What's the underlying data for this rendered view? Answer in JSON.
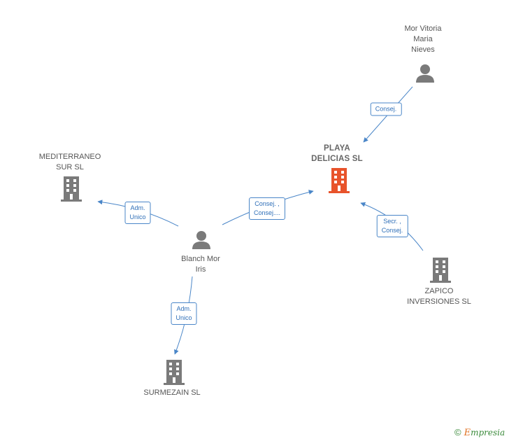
{
  "nodes": {
    "playa": {
      "label_line1": "PLAYA",
      "label_line2": "DELICIAS SL",
      "type": "company",
      "color": "#e8532b"
    },
    "mor_vitoria": {
      "label_line1": "Mor Vitoria",
      "label_line2": "Maria",
      "label_line3": "Nieves",
      "type": "person"
    },
    "mediterraneo": {
      "label_line1": "MEDITERRANEO",
      "label_line2": "SUR SL",
      "type": "company"
    },
    "blanch": {
      "label_line1": "Blanch Mor",
      "label_line2": "Iris",
      "type": "person"
    },
    "zapico": {
      "label_line1": "ZAPICO",
      "label_line2": "INVERSIONES SL",
      "type": "company"
    },
    "surmezain": {
      "label_line1": "SURMEZAIN SL",
      "type": "company"
    }
  },
  "edges": {
    "mor_to_playa": {
      "line1": "Consej."
    },
    "blanch_to_mediterraneo": {
      "line1": "Adm.",
      "line2": "Unico"
    },
    "blanch_to_playa": {
      "line1": "Consej. ,",
      "line2": "Consej...."
    },
    "zapico_to_playa": {
      "line1": "Secr. ,",
      "line2": "Consej."
    },
    "blanch_to_surmezain": {
      "line1": "Adm.",
      "line2": "Unico"
    }
  },
  "colors": {
    "edge": "#4a86c8",
    "icon_gray": "#7a7a7a",
    "focus_company": "#e8532b"
  },
  "footer": {
    "copyright_symbol": "©",
    "brand_first": "E",
    "brand_rest": "mpresia"
  }
}
